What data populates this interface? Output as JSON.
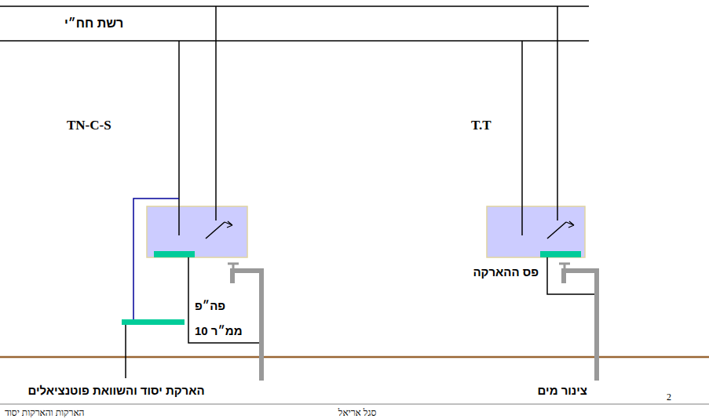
{
  "diagram": {
    "nodes": [
      {
        "text": [
          "TN-C-S"
        ]
      },
      {
        "text": [
          "T.T"
        ]
      }
    ],
    "labels": [
      "רשת חח״י",
      "פס ההארקה",
      "פה״פ",
      "ממ״ר 10",
      "הארקת יסוד והשוואת פוטנציאלים",
      "צינור מים",
      "2",
      "סגל אריאל",
      "הארקות והארקות יסוד"
    ]
  }
}
